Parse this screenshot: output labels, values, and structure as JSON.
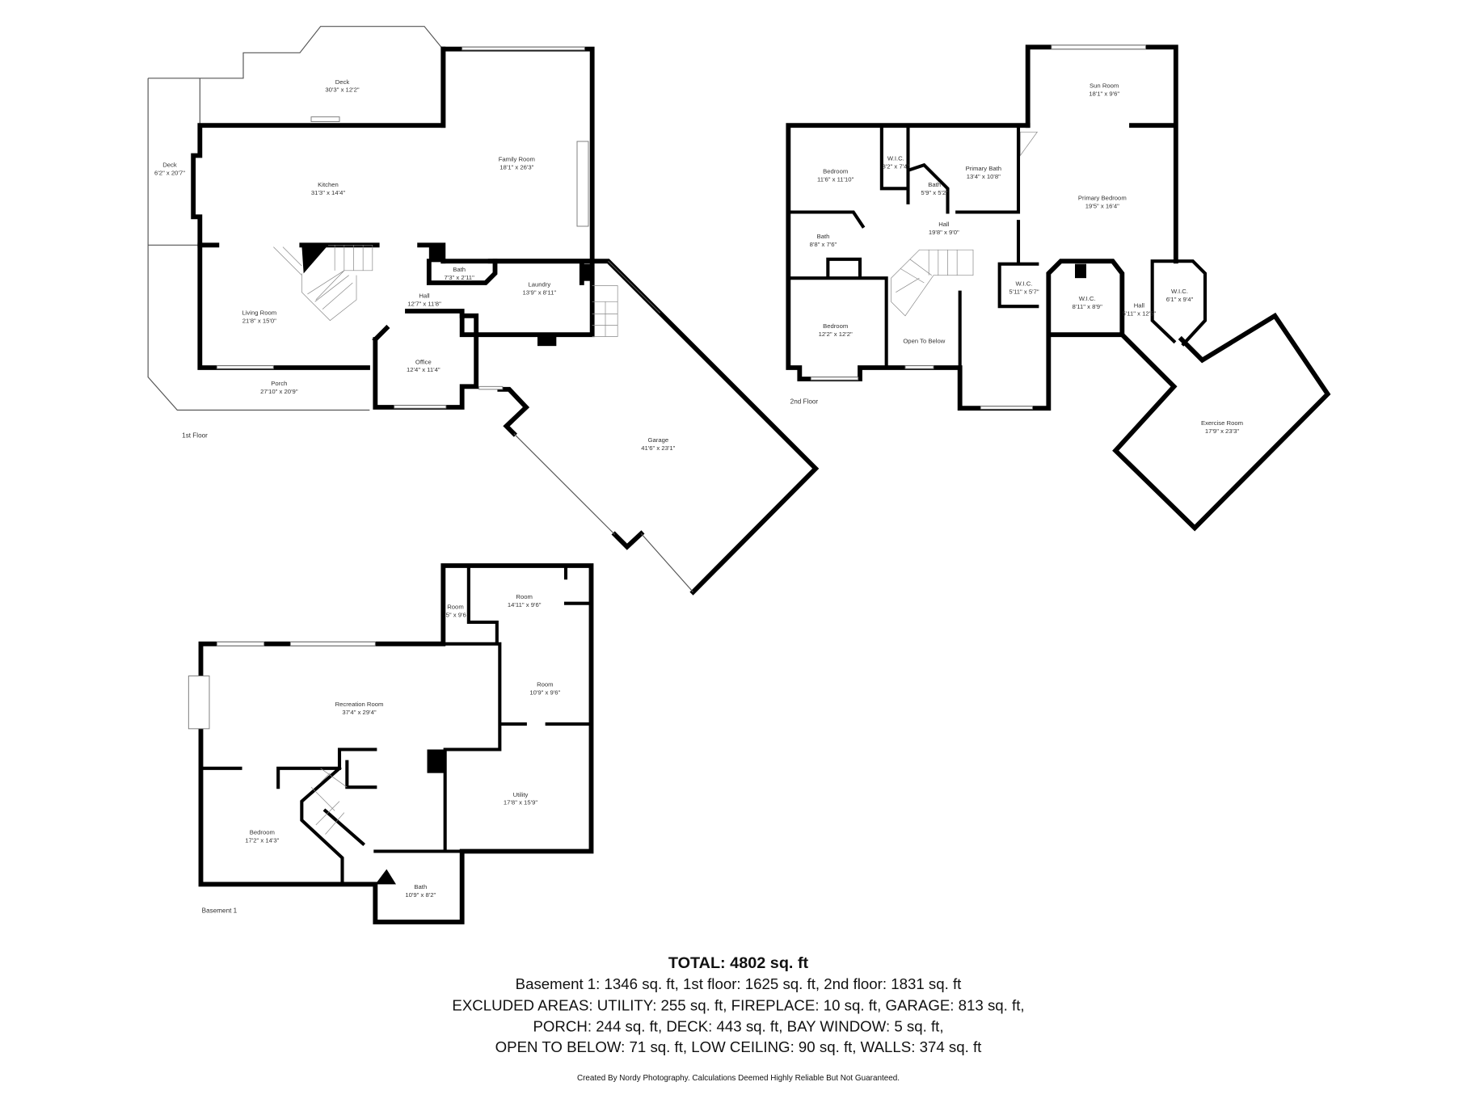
{
  "floors": [
    {
      "label": "1st Floor",
      "rooms": [
        {
          "name": "Deck",
          "dims": "30'3\" x 12'2\""
        },
        {
          "name": "Deck",
          "dims": "6'2\" x 20'7\""
        },
        {
          "name": "Kitchen",
          "dims": "31'3\" x 14'4\""
        },
        {
          "name": "Family Room",
          "dims": "18'1\" x 26'3\""
        },
        {
          "name": "Living Room",
          "dims": "21'8\" x 15'0\""
        },
        {
          "name": "Bath",
          "dims": "7'3\" x 2'11\""
        },
        {
          "name": "Hall",
          "dims": "12'7\" x 11'8\""
        },
        {
          "name": "Laundry",
          "dims": "13'9\" x 8'11\""
        },
        {
          "name": "Office",
          "dims": "12'4\" x 11'4\""
        },
        {
          "name": "Porch",
          "dims": "27'10\" x 20'9\""
        },
        {
          "name": "Garage",
          "dims": "41'6\" x 23'1\""
        }
      ]
    },
    {
      "label": "2nd Floor",
      "rooms": [
        {
          "name": "Sun Room",
          "dims": "18'1\" x 9'6\""
        },
        {
          "name": "Bedroom",
          "dims": "11'6\" x 11'10\""
        },
        {
          "name": "W.I.C.",
          "dims": "3'2\" x 7'4\""
        },
        {
          "name": "Primary Bath",
          "dims": "13'4\" x 10'8\""
        },
        {
          "name": "Bath",
          "dims": "5'9\" x 5'2\""
        },
        {
          "name": "Primary Bedroom",
          "dims": "19'5\" x 16'4\""
        },
        {
          "name": "Bath",
          "dims": "8'8\" x 7'6\""
        },
        {
          "name": "Hall",
          "dims": "19'8\" x 9'0\""
        },
        {
          "name": "Bedroom",
          "dims": "12'2\" x 12'2\""
        },
        {
          "name": "Open To Below",
          "dims": ""
        },
        {
          "name": "W.I.C.",
          "dims": "5'11\" x 5'7\""
        },
        {
          "name": "W.I.C.",
          "dims": "8'11\" x 8'9\""
        },
        {
          "name": "Hall",
          "dims": "5'11\" x 12'5\""
        },
        {
          "name": "W.I.C.",
          "dims": "6'1\" x 9'4\""
        },
        {
          "name": "Exercise Room",
          "dims": "17'9\" x 23'3\""
        }
      ]
    },
    {
      "label": "Basement 1",
      "rooms": [
        {
          "name": "Room",
          "dims": "14'11\" x 9'6\""
        },
        {
          "name": "Room",
          "dims": "'5\" x 9'6"
        },
        {
          "name": "Room",
          "dims": "10'9\" x 9'6\""
        },
        {
          "name": "Recreation Room",
          "dims": "37'4\" x 29'4\""
        },
        {
          "name": "Utility",
          "dims": "17'8\" x 15'9\""
        },
        {
          "name": "Bedroom",
          "dims": "17'2\" x 14'3\""
        },
        {
          "name": "Bath",
          "dims": "10'9\" x 8'2\""
        }
      ]
    }
  ],
  "summary": {
    "total": "TOTAL: 4802 sq. ft",
    "floors_line": "Basement 1: 1346 sq. ft, 1st floor: 1625 sq. ft, 2nd floor: 1831 sq. ft",
    "excluded_1": "EXCLUDED AREAS: UTILITY: 255 sq. ft, FIREPLACE: 10 sq. ft, GARAGE: 813 sq. ft,",
    "excluded_2": "PORCH: 244 sq. ft, DECK: 443 sq. ft, BAY WINDOW: 5 sq. ft,",
    "excluded_3": "OPEN TO BELOW: 71 sq. ft, LOW CEILING: 90 sq. ft, WALLS: 374 sq. ft",
    "credit": "Created By Nordy Photography. Calculations Deemed Highly Reliable But Not Guaranteed."
  }
}
